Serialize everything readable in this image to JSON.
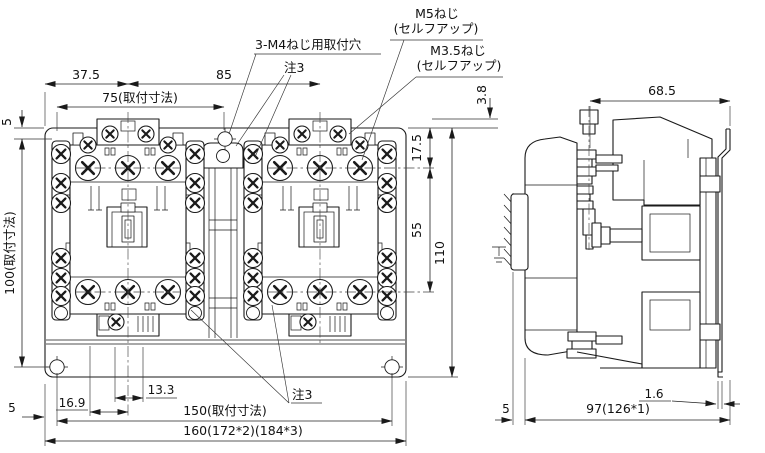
{
  "drawing": {
    "annotations": {
      "mount_holes": "3-M4ねじ用取付穴",
      "note3": "注3",
      "m5": "M5ねじ",
      "m5_sub": "(セルフアップ)",
      "m35": "M3.5ねじ",
      "m35_sub": "(セルフアップ)"
    },
    "front": {
      "w375": "37.5",
      "w85": "85",
      "w75": "75(取付寸法)",
      "h5": "5",
      "h100": "100(取付寸法)",
      "h38": "3.8",
      "h175": "17.5",
      "h55": "55",
      "h110": "110",
      "b169": "16.9",
      "b133": "13.3",
      "b5": "5",
      "b150": "150(取付寸法)",
      "b160": "160(172*2)(184*3)"
    },
    "side": {
      "t685": "68.5",
      "b5": "5",
      "b97": "97(126*1)",
      "b16": "1.6"
    },
    "colors": {
      "line": "#1a1a1a",
      "bg": "#ffffff"
    }
  }
}
